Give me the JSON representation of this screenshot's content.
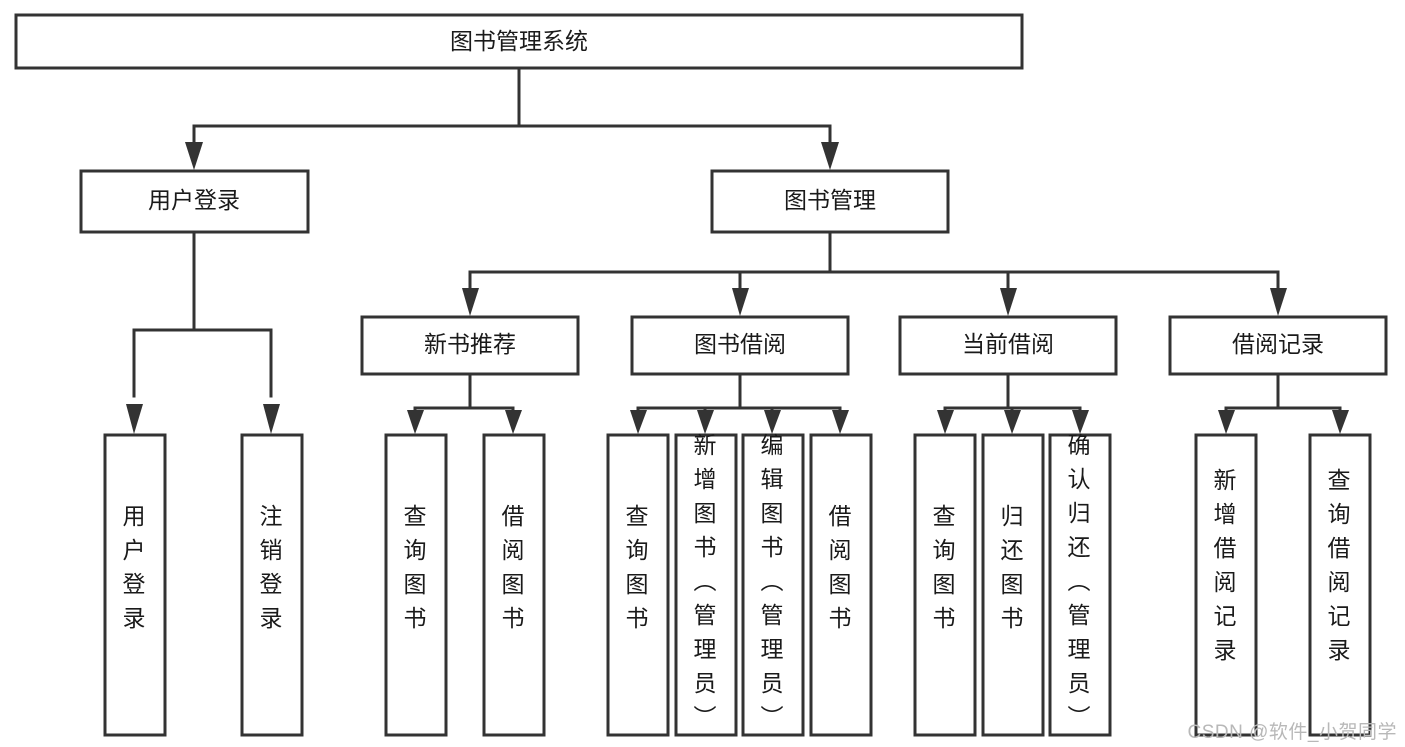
{
  "diagram": {
    "type": "tree-hierarchy-chart",
    "title": "图书管理系统",
    "watermark": "CSDN @软件_小贺同学",
    "colors": {
      "stroke": "#333333",
      "fill": "#ffffff",
      "text": "#1a1a1a",
      "watermark": "#b8b8b8"
    },
    "levels": [
      {
        "level": 1,
        "nodes": [
          {
            "id": "root",
            "label": "图书管理系统",
            "orientation": "horizontal"
          }
        ]
      },
      {
        "level": 2,
        "nodes": [
          {
            "id": "user-login",
            "label": "用户登录",
            "orientation": "horizontal",
            "parent": "root"
          },
          {
            "id": "book-manage",
            "label": "图书管理",
            "orientation": "horizontal",
            "parent": "root"
          }
        ]
      },
      {
        "level": 3,
        "nodes": [
          {
            "id": "new-book-rec",
            "label": "新书推荐",
            "orientation": "horizontal",
            "parent": "book-manage"
          },
          {
            "id": "book-borrow",
            "label": "图书借阅",
            "orientation": "horizontal",
            "parent": "book-manage"
          },
          {
            "id": "current-borrow",
            "label": "当前借阅",
            "orientation": "horizontal",
            "parent": "book-manage"
          },
          {
            "id": "borrow-record",
            "label": "借阅记录",
            "orientation": "horizontal",
            "parent": "book-manage"
          }
        ]
      },
      {
        "level": 4,
        "nodes": [
          {
            "id": "leaf-user-login",
            "label": "用户登录",
            "orientation": "vertical",
            "parent": "user-login"
          },
          {
            "id": "leaf-logout",
            "label": "注销登录",
            "orientation": "vertical",
            "parent": "user-login"
          },
          {
            "id": "leaf-query-book-1",
            "label": "查询图书",
            "orientation": "vertical",
            "parent": "new-book-rec"
          },
          {
            "id": "leaf-borrow-book-1",
            "label": "借阅图书",
            "orientation": "vertical",
            "parent": "new-book-rec"
          },
          {
            "id": "leaf-query-book-2",
            "label": "查询图书",
            "orientation": "vertical",
            "parent": "book-borrow"
          },
          {
            "id": "leaf-add-book",
            "label": "新增图书（管理员）",
            "orientation": "vertical",
            "parent": "book-borrow"
          },
          {
            "id": "leaf-edit-book",
            "label": "编辑图书（管理员）",
            "orientation": "vertical",
            "parent": "book-borrow"
          },
          {
            "id": "leaf-borrow-book-2",
            "label": "借阅图书",
            "orientation": "vertical",
            "parent": "book-borrow"
          },
          {
            "id": "leaf-query-book-3",
            "label": "查询图书",
            "orientation": "vertical",
            "parent": "current-borrow"
          },
          {
            "id": "leaf-return-book",
            "label": "归还图书",
            "orientation": "vertical",
            "parent": "current-borrow"
          },
          {
            "id": "leaf-confirm-return",
            "label": "确认归还（管理员）",
            "orientation": "vertical",
            "parent": "current-borrow"
          },
          {
            "id": "leaf-add-record",
            "label": "新增借阅记录",
            "orientation": "vertical",
            "parent": "borrow-record"
          },
          {
            "id": "leaf-query-record",
            "label": "查询借阅记录",
            "orientation": "vertical",
            "parent": "borrow-record"
          }
        ]
      }
    ]
  }
}
